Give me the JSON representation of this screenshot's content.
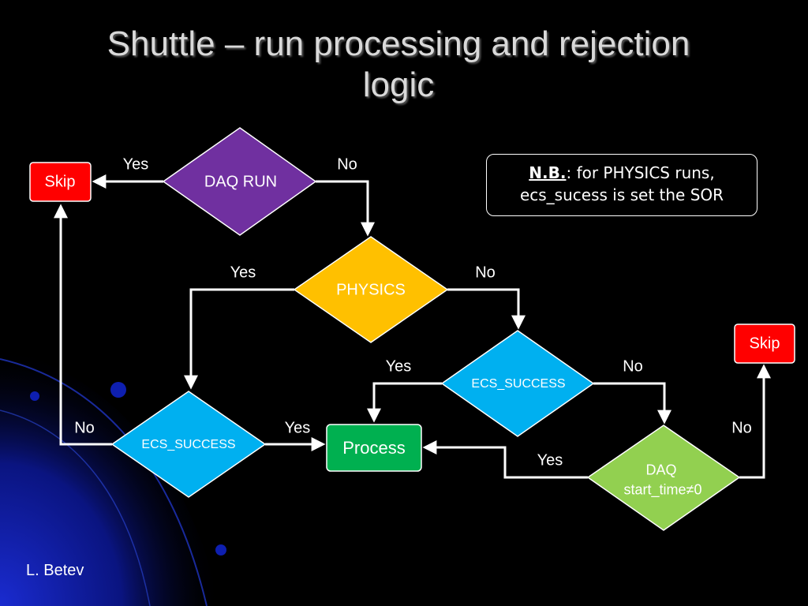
{
  "slide": {
    "title_line1": "Shuttle – run processing and rejection",
    "title_line2": "logic",
    "author": "L. Betev"
  },
  "note": {
    "prefix": "N.B.",
    "text_line1": ": for PHYSICS runs,",
    "text_line2": "ecs_sucess is set the SOR"
  },
  "nodes": {
    "daq_run": "DAQ RUN",
    "physics": "PHYSICS",
    "ecs_success_right": "ECS_SUCCESS",
    "ecs_success_left": "ECS_SUCCESS",
    "daq_start_line1": "DAQ",
    "daq_start_line2": "start_time≠0",
    "skip_left": "Skip",
    "skip_right": "Skip",
    "process": "Process"
  },
  "edges": {
    "daq_run_yes": "Yes",
    "daq_run_no": "No",
    "physics_yes": "Yes",
    "physics_no": "No",
    "ecs_right_yes": "Yes",
    "ecs_right_no": "No",
    "ecs_left_no": "No",
    "ecs_left_yes": "Yes",
    "daq_start_yes": "Yes",
    "daq_start_no": "No"
  },
  "colors": {
    "daq_run": "#7030a0",
    "physics": "#ffc000",
    "ecs_success": "#00b0f0",
    "daq_start": "#92d050",
    "skip": "#ff0000",
    "process": "#00b050",
    "background_swirl": "#0a1a9a"
  }
}
